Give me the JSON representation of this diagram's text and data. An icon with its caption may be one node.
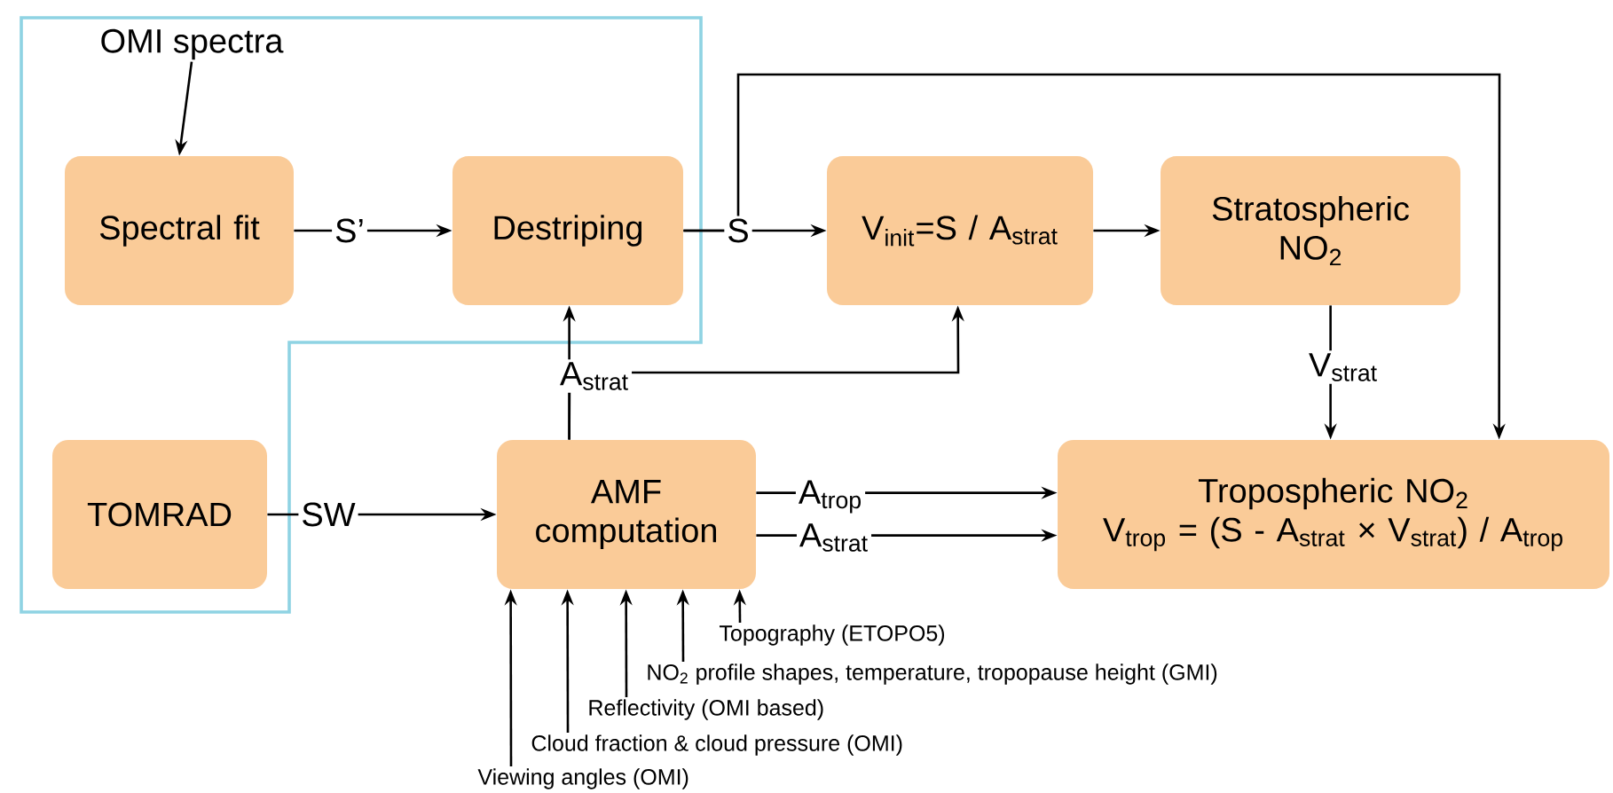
{
  "diagram": {
    "nodes": [
      {
        "text": [],
        "shape": "box"
      },
      {
        "text": [
          "OMI spectra"
        ],
        "in": 0
      },
      {
        "text": [
          "Spectral fit"
        ],
        "in": 0
      },
      {
        "text": [
          "Destriping"
        ],
        "in": 0
      },
      {
        "text": [
          "V$_{init}$=S / A$_{strat}$"
        ]
      },
      {
        "text": [
          "Stratospheric NO$_{2}$"
        ]
      },
      {
        "text": [
          "TOMRAD"
        ],
        "in": 0
      },
      {
        "text": [
          "AMF computation"
        ]
      },
      {
        "text": [
          "Tropospheric NO$_{2}$",
          "V$_{trop}$ = (S - A$_{strat}$ × V$_{strat}$) / A$_{trop}$"
        ]
      },
      {
        "text": [
          "Topography (ETOPO5)"
        ]
      },
      {
        "text": [
          "NO$_{2}$ profile shapes, temperature, tropopause height (GMI)"
        ]
      },
      {
        "text": [
          "Reflectivity (OMI based)"
        ]
      },
      {
        "text": [
          "Cloud fraction & cloud pressure (OMI)"
        ]
      },
      {
        "text": [
          "Viewing angles (OMI)"
        ]
      }
    ],
    "edges": [
      {
        "from": 1,
        "to": 2,
        "arrow": "to"
      },
      {
        "from": 2,
        "to": 3,
        "arrow": "to",
        "label": "S’"
      },
      {
        "from": 3,
        "to": 4,
        "arrow": "to",
        "label": "S"
      },
      {
        "from": 3,
        "to": 8,
        "arrow": "to"
      },
      {
        "from": 4,
        "to": 5,
        "arrow": "to"
      },
      {
        "from": 5,
        "to": 8,
        "arrow": "to",
        "label": "V$_{strat}$"
      },
      {
        "from": 6,
        "to": 7,
        "arrow": "to",
        "label": "SW"
      },
      {
        "from": 7,
        "to": 3,
        "arrow": "to",
        "label": "A$_{strat}$"
      },
      {
        "from": 7,
        "to": 4,
        "arrow": "to"
      },
      {
        "from": 7,
        "to": 8,
        "arrow": "to",
        "label": "A$_{trop}$"
      },
      {
        "from": 7,
        "to": 8,
        "arrow": "to",
        "label": "A$_{strat}$"
      },
      {
        "from": 9,
        "to": 7,
        "arrow": "to"
      },
      {
        "from": 10,
        "to": 7,
        "arrow": "to"
      },
      {
        "from": 11,
        "to": 7,
        "arrow": "to"
      },
      {
        "from": 12,
        "to": 7,
        "arrow": "to"
      },
      {
        "from": 13,
        "to": 7,
        "arrow": "to"
      }
    ]
  }
}
